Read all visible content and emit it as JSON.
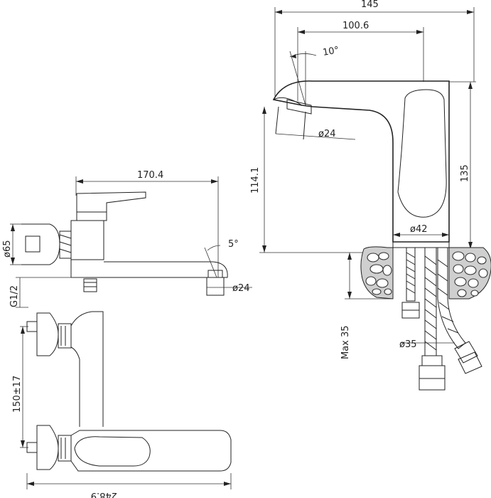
{
  "basin_mixer": {
    "overall_width": "145",
    "spout_reach": "100.6",
    "spout_angle": "10°",
    "aerator_diameter": "ø24",
    "spout_height": "114.1",
    "total_height": "135",
    "body_diameter": "ø42",
    "max_deck_thickness": "Max 35",
    "mounting_hole_diameter": "ø35"
  },
  "bath_mixer_side": {
    "spout_length": "170.4",
    "spout_angle": "5°",
    "aerator_diameter": "ø24",
    "flange_diameter": "ø65",
    "connection_thread": "G1/2"
  },
  "bath_mixer_top": {
    "center_distance": "150±17",
    "overall_length": "248.9"
  }
}
